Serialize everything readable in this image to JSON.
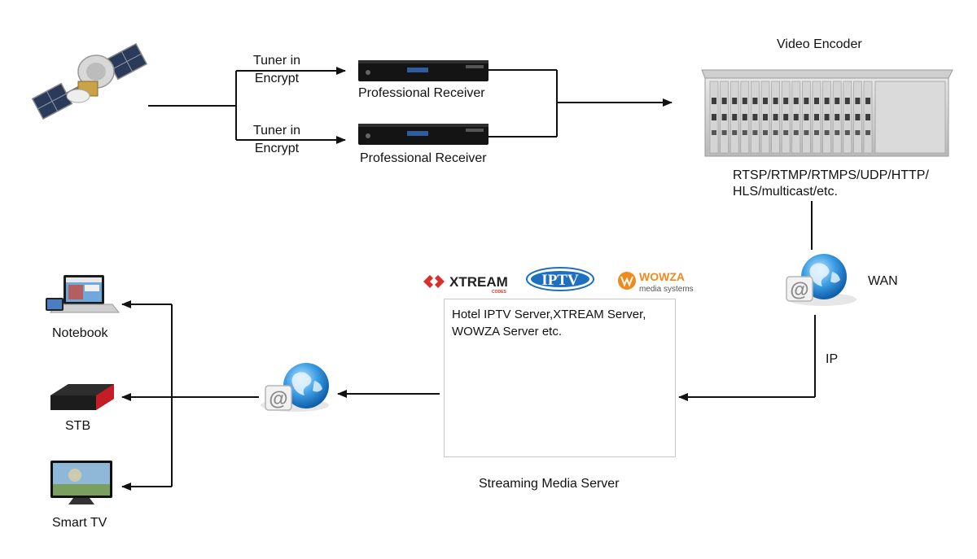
{
  "nodes": {
    "tuner1": "Tuner in\nEncrypt",
    "tuner2": "Tuner in\nEncrypt",
    "receiver1": "Professional Receiver",
    "receiver2": "Professional Receiver",
    "encoder": "Video Encoder",
    "protocols": "RTSP/RTMP/RTMPS/UDP/HTTP/\nHLS/multicast/etc.",
    "wan": "WAN",
    "ip": "IP",
    "server_desc": "Hotel IPTV Server,XTREAM Server, WOWZA Server etc.",
    "server_caption": "Streaming Media Server",
    "notebook": "Notebook",
    "stb": "STB",
    "smart_tv": "Smart TV"
  },
  "logos": {
    "xtream": "XTREAM",
    "xtream_sub": "CODES",
    "iptv": "IPTV",
    "wowza": "WOWZA",
    "wowza_sub": "media systems"
  },
  "edges": [
    {
      "from": "satellite",
      "to": "receiver1",
      "label": "Tuner in Encrypt"
    },
    {
      "from": "satellite",
      "to": "receiver2",
      "label": "Tuner in Encrypt"
    },
    {
      "from": "receiver1",
      "to": "encoder"
    },
    {
      "from": "receiver2",
      "to": "encoder"
    },
    {
      "from": "encoder",
      "to": "wan"
    },
    {
      "from": "wan",
      "to": "streaming-server",
      "label": "IP"
    },
    {
      "from": "streaming-server",
      "to": "lan-globe"
    },
    {
      "from": "lan-globe",
      "to": "notebook"
    },
    {
      "from": "lan-globe",
      "to": "stb"
    },
    {
      "from": "lan-globe",
      "to": "smart-tv"
    }
  ],
  "colors": {
    "line": "#111111",
    "globe": "#2a8fd8",
    "xtream_red": "#d9302c",
    "iptv_blue": "#1f6fc0",
    "wowza_orange": "#f08a1c"
  }
}
